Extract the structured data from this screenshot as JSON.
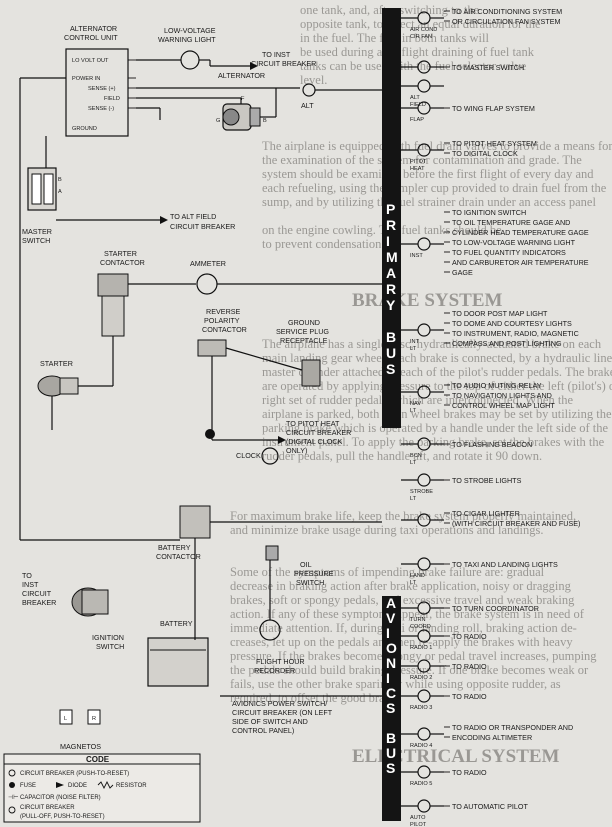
{
  "background_text": [
    "one tank, and, after switching to the",
    "opposite tank, to select an equal duration for the",
    "in the fuel. The fuel in both tanks will",
    "be used during a preflight draining of fuel tank",
    "tanks can be used with the fuel selector valve",
    "level.",
    "The airplane is equipped with fuel drain valves to provide a means for",
    "the examination of the system for contamination and grade. The",
    "system should be examined before the first flight of every day and",
    "each refueling, using the sampler cup provided to drain fuel from the",
    "sump, and by utilizing the fuel strainer drain under an access panel",
    "on the engine cowling. The fuel tanks should be",
    "to prevent condensation.",
    "BRAKE SYSTEM",
    "The airplane has a single-disc, hydraulically-actuated brake on each",
    "main landing gear wheel. Each brake is connected, by a hydraulic line, to a",
    "master cylinder attached to each of the pilot's rudder pedals. The brakes",
    "are operated by applying pressure to the top of either the left (pilot's) or",
    "right set of rudder pedals, which are interconnected. When the",
    "airplane is parked, both main wheel brakes may be set by utilizing the",
    "parking brake which is operated by a handle under the left side of the",
    "instrument panel. To apply the parking brake, set the brakes with the",
    "rudder pedals, pull the handle aft, and rotate it 90 down.",
    "For maximum brake life, keep the brake system properly maintained,",
    "and minimize brake usage during taxi operations and landings.",
    "Some of the symptoms of impending brake failure are: gradual",
    "decrease in braking action after brake application, noisy or dragging",
    "brakes, soft or spongy pedals, and excessive travel and weak braking",
    "action. If any of these symptoms appear, the brake system is in need of",
    "immediate attention. If, during taxi or landing roll, braking action de-",
    "creases, let up on the pedals and then re-apply the brakes with heavy",
    "pressure. If the brakes become spongy or pedal travel increases, pumping",
    "the pedals should build braking pressure. If one brake becomes weak or",
    "fails, use the other brake sparingly while using opposite rudder, as",
    "required, to offset the good brake.",
    "ELECTRICAL SYSTEM"
  ],
  "bus": {
    "primary": [
      "P",
      "R",
      "I",
      "M",
      "A",
      "R",
      "Y",
      "",
      "B",
      "U",
      "S"
    ],
    "avionics": [
      "A",
      "V",
      "I",
      "O",
      "N",
      "I",
      "C",
      "S",
      "",
      "B",
      "U",
      "S"
    ]
  },
  "breakers": [
    {
      "label": [
        "AIR COND",
        "CIR FAN"
      ],
      "dest": [
        "TO AIR CONDITIONING SYSTEM",
        "OR CIRCULATION FAN SYSTEM"
      ]
    },
    {
      "label": [],
      "dest": [
        "TO MASTER SWITCH"
      ]
    },
    {
      "label": [
        "ALT",
        "FIELD"
      ],
      "dest": []
    },
    {
      "label": [
        "FLAP"
      ],
      "dest": [
        "TO WING FLAP SYSTEM"
      ]
    },
    {
      "label": [
        "PITOT",
        "HEAT"
      ],
      "dest": [
        "TO PITOT HEAT SYSTEM",
        "TO DIGITAL CLOCK"
      ]
    },
    {
      "label": [
        "INST"
      ],
      "dest": [
        "TO IGNITION SWITCH",
        "TO OIL TEMPERATURE GAGE AND",
        "CYLINDER HEAD TEMPERATURE GAGE",
        "TO LOW-VOLTAGE WARNING LIGHT",
        "TO FUEL QUANTITY INDICATORS",
        "AND CARBURETOR AIR TEMPERATURE",
        "GAGE"
      ]
    },
    {
      "label": [
        "INT",
        "LT"
      ],
      "dest": [
        "TO DOOR POST MAP LIGHT",
        "TO DOME AND COURTESY LIGHTS",
        "TO INSTRUMENT, RADIO, MAGNETIC",
        "COMPASS AND POST LIGHTING"
      ]
    },
    {
      "label": [
        "NAV",
        "LT"
      ],
      "dest": [
        "TO AUDIO MUTING RELAY",
        "TO NAVIGATION LIGHTS AND",
        "CONTROL WHEEL MAP LIGHT"
      ]
    },
    {
      "label": [
        "BCN",
        "LT"
      ],
      "dest": [
        "TO FLASHING BEACON"
      ]
    },
    {
      "label": [
        "STROBE",
        "LT"
      ],
      "dest": [
        "TO STROBE LIGHTS"
      ]
    },
    {
      "label": [],
      "dest": [
        "TO CIGAR LIGHTER",
        "(WITH CIRCUIT BREAKER AND FUSE)"
      ]
    },
    {
      "label": [
        "LAND",
        "LT"
      ],
      "dest": [
        "TO TAXI AND LANDING LIGHTS"
      ]
    },
    {
      "label": [
        "TURN",
        "COORD"
      ],
      "dest": [
        "TO TURN COORDINATOR"
      ]
    },
    {
      "label": [
        "RADIO 1"
      ],
      "dest": [
        "TO RADIO"
      ]
    },
    {
      "label": [
        "RADIO 2"
      ],
      "dest": [
        "TO RADIO"
      ]
    },
    {
      "label": [
        "RADIO 3"
      ],
      "dest": [
        "TO RADIO"
      ]
    },
    {
      "label": [
        "RADIO 4"
      ],
      "dest": [
        "TO RADIO OR TRANSPONDER AND",
        "ENCODING ALTIMETER"
      ]
    },
    {
      "label": [
        "RADIO 5"
      ],
      "dest": [
        "TO RADIO"
      ]
    },
    {
      "label": [
        "AUTO",
        "PILOT"
      ],
      "dest": [
        "TO AUTOMATIC PILOT"
      ]
    }
  ],
  "components": {
    "alt_control_unit": [
      "ALTERNATOR",
      "CONTROL UNIT"
    ],
    "acu_terminals": [
      "LO VOLT OUT",
      "POWER IN",
      "SENSE (+)",
      "FIELD",
      "SENSE (-)",
      "GROUND"
    ],
    "low_voltage_light": [
      "LOW-VOLTAGE",
      "WARNING LIGHT"
    ],
    "to_inst_cb": [
      "TO INST",
      "CIRCUIT BREAKER"
    ],
    "alternator": "ALTERNATOR",
    "alt_terminals": [
      "F",
      "G",
      "B"
    ],
    "alt_breaker": "ALT",
    "master_switch": [
      "MASTER",
      "SWITCH"
    ],
    "master_letters": [
      "A",
      "B"
    ],
    "to_alt_field": [
      "TO ALT FIELD",
      "CIRCUIT BREAKER"
    ],
    "starter_contactor": [
      "STARTER",
      "CONTACTOR"
    ],
    "ammeter": "AMMETER",
    "reverse_polarity": [
      "REVERSE",
      "POLARITY",
      "CONTACTOR"
    ],
    "ground_service": [
      "GROUND",
      "SERVICE PLUG",
      "RECEPTACLE"
    ],
    "starter": "STARTER",
    "to_pitot_cb": [
      "TO PITOT HEAT",
      "CIRCUIT BREAKER",
      "(DIGITAL CLOCK",
      "ONLY)"
    ],
    "clock": "CLOCK",
    "battery_contactor": [
      "BATTERY",
      "CONTACTOR"
    ],
    "oil_pressure_switch": [
      "OIL",
      "PRESSURE",
      "SWITCH"
    ],
    "to_inst_cb_left": [
      "TO",
      "INST",
      "CIRCUIT",
      "BREAKER"
    ],
    "ignition_switch": [
      "IGNITION",
      "SWITCH"
    ],
    "battery": "BATTERY",
    "hour_recorder": [
      "FLIGHT HOUR",
      "RECORDER"
    ],
    "avionics_switch": [
      "AVIONICS POWER SWITCH/",
      "CIRCUIT BREAKER (ON LEFT",
      "SIDE OF SWITCH AND",
      "CONTROL PANEL)"
    ],
    "magnetos": "MAGNETOS",
    "magneto_letters": [
      "L",
      "R"
    ]
  },
  "legend": {
    "title": "CODE",
    "items": [
      "CIRCUIT BREAKER (PUSH-TO-RESET)",
      "FUSE",
      "DIODE",
      "RESISTOR",
      "CAPACITOR (NOISE FILTER)",
      "CIRCUIT BREAKER",
      "(PULL-OFF, PUSH-TO-RESET)"
    ]
  }
}
